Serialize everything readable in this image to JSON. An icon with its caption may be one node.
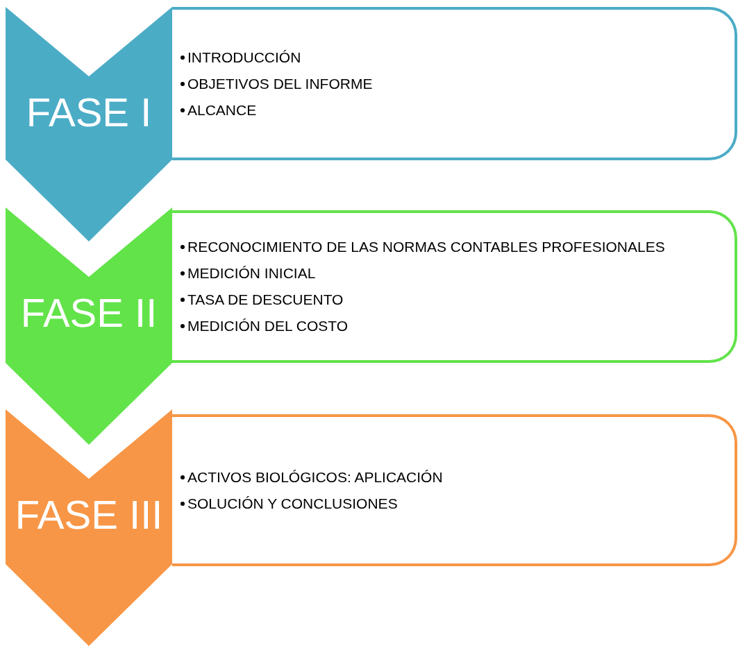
{
  "diagram": {
    "nodes": [
      {
        "text": [
          "FASE I"
        ]
      },
      {
        "text": [
          "INTRODUCCIÓN",
          "OBJETIVOS DEL INFORME",
          "ALCANCE"
        ]
      },
      {
        "text": [
          "FASE II"
        ]
      },
      {
        "text": [
          "RECONOCIMIENTO DE LAS NORMAS CONTABLES PROFESIONALES",
          "MEDICIÓN INICIAL",
          "TASA DE DESCUENTO",
          "MEDICIÓN DEL COSTO"
        ]
      },
      {
        "text": [
          "FASE III"
        ]
      },
      {
        "text": [
          "ACTIVOS BIOLÓGICOS: APLICACIÓN",
          "SOLUCIÓN Y CONCLUSIONES"
        ]
      }
    ]
  }
}
